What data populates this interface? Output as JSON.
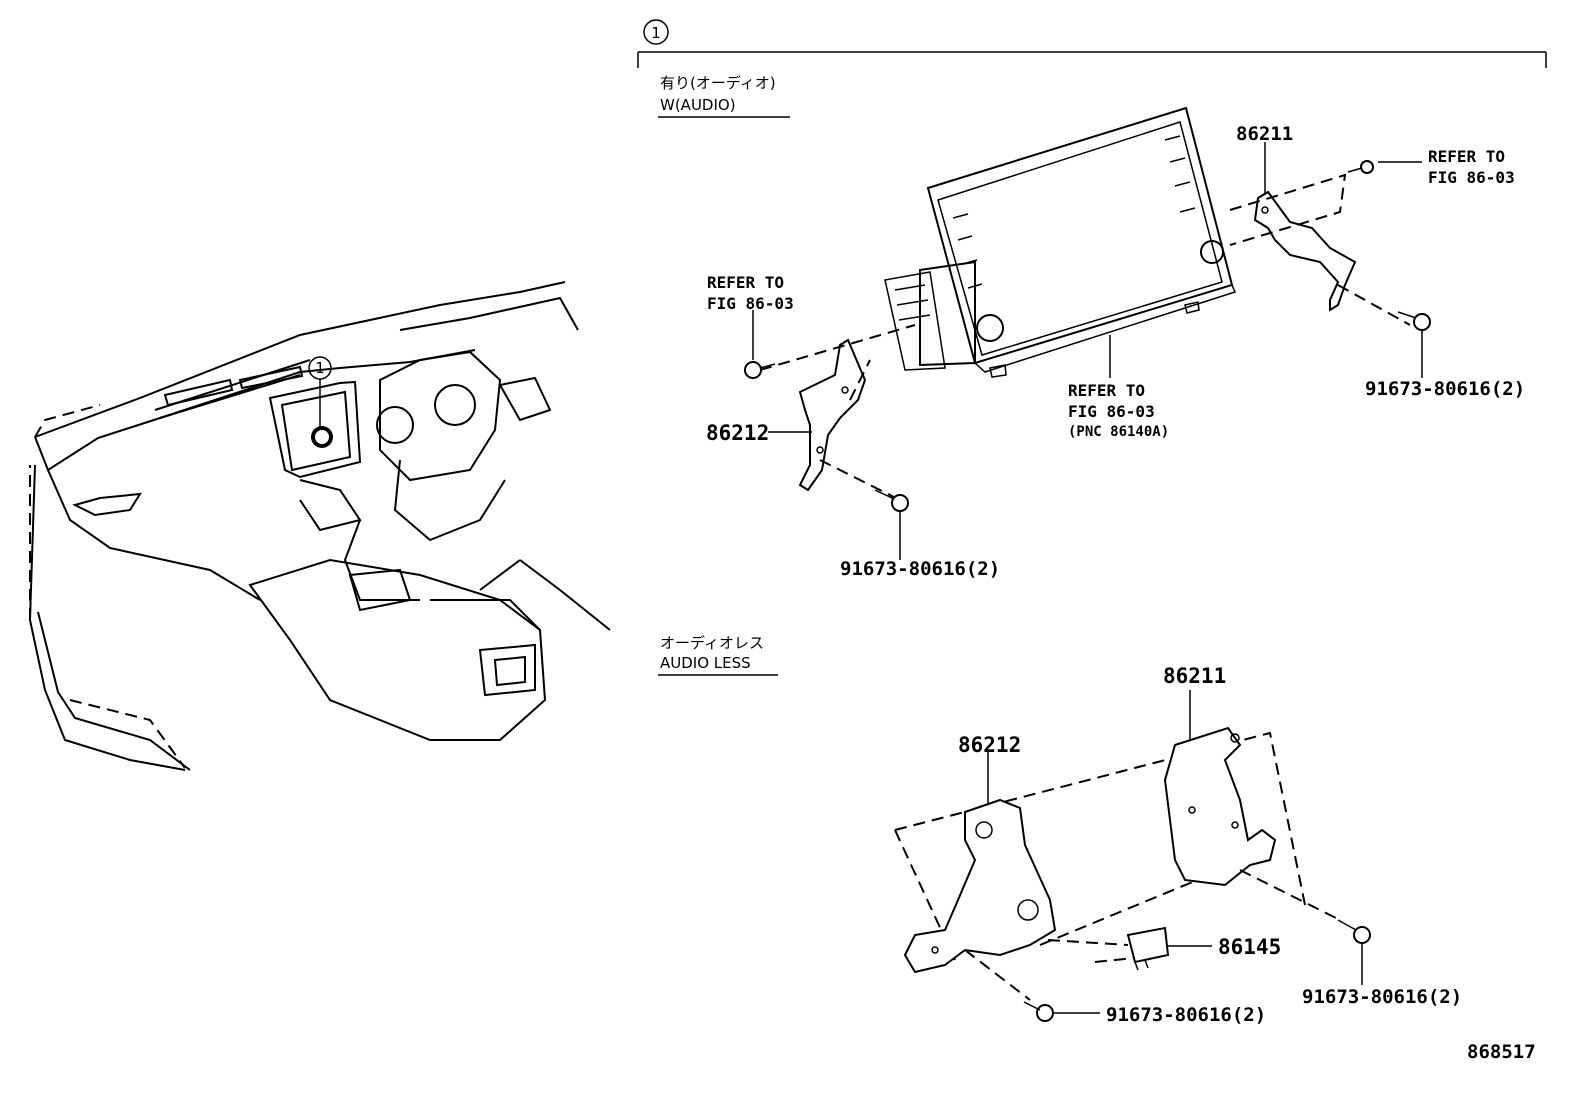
{
  "callout": {
    "number": "1"
  },
  "header_with_audio": {
    "jp": "有り(オーディオ)",
    "en": "W(AUDIO)"
  },
  "header_audio_less": {
    "jp": "オーディオレス",
    "en": "AUDIO LESS"
  },
  "with_audio": {
    "refer_top_right": [
      "REFER TO",
      "FIG 86-03"
    ],
    "refer_left": [
      "REFER TO",
      "FIG 86-03"
    ],
    "refer_center": [
      "REFER TO",
      "FIG 86-03",
      "(PNC 86140A)"
    ],
    "part_86211": "86211",
    "part_86212": "86212",
    "bolt_right": "91673-80616(2)",
    "bolt_bottom": "91673-80616(2)"
  },
  "audio_less": {
    "part_86211": "86211",
    "part_86212": "86212",
    "part_86145": "86145",
    "bolt_right": "91673-80616(2)",
    "bolt_bottom": "91673-80616(2)"
  },
  "figure_id": "868517"
}
